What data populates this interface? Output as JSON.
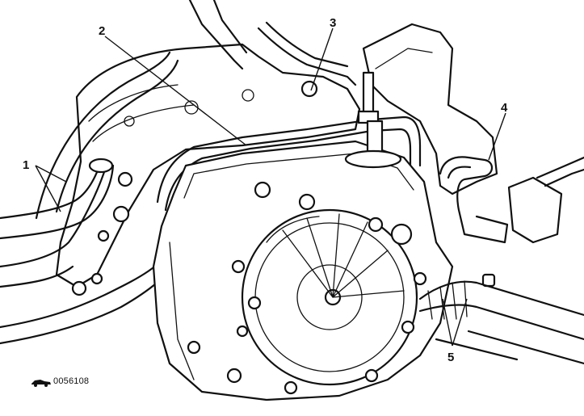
{
  "callouts": [
    {
      "id": "1",
      "label": "1"
    },
    {
      "id": "2",
      "label": "2"
    },
    {
      "id": "3",
      "label": "3"
    },
    {
      "id": "4",
      "label": "4"
    },
    {
      "id": "5",
      "label": "5"
    }
  ],
  "figure_code": "0056108"
}
